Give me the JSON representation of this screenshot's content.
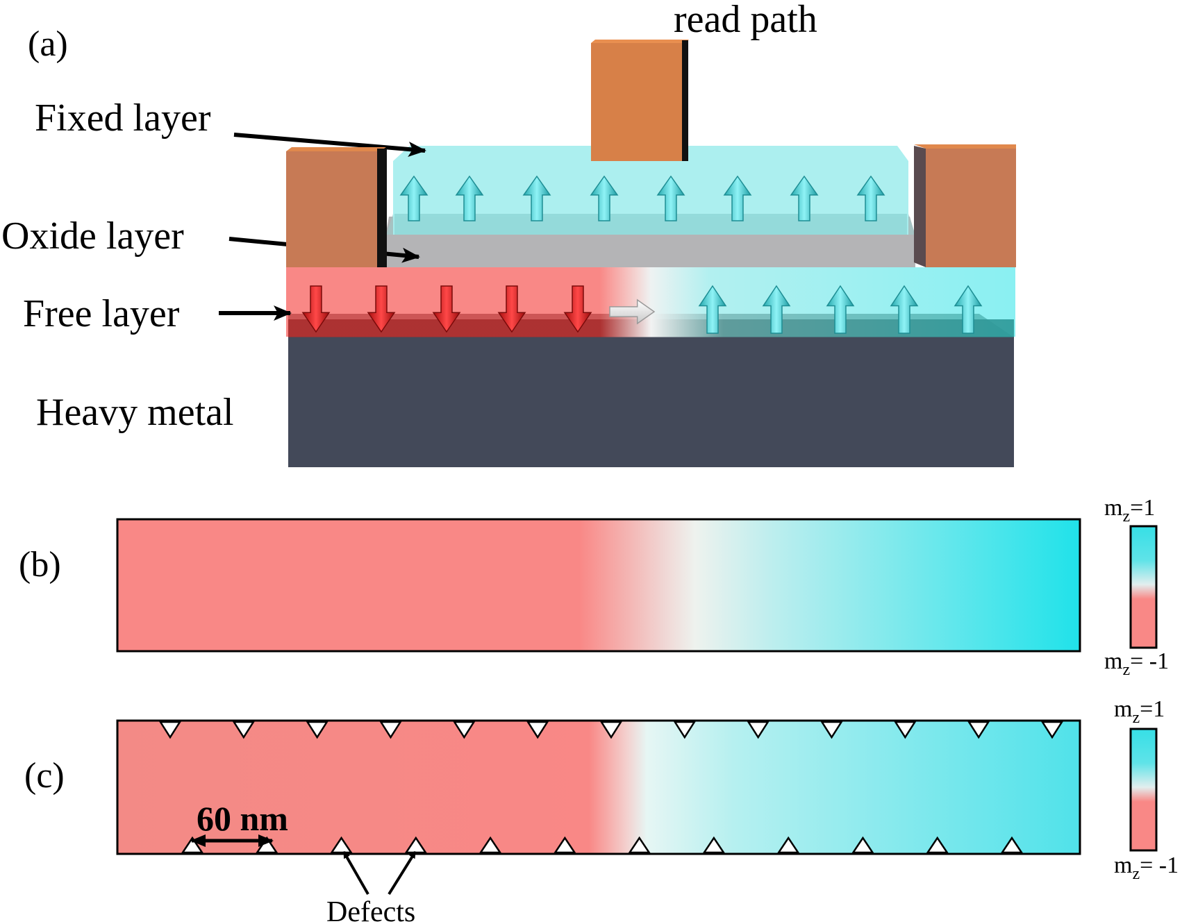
{
  "panels": {
    "a": {
      "label": "(a)",
      "read_path": "read path",
      "fixed_layer": "Fixed layer",
      "oxide_layer": "Oxide layer",
      "free_layer": "Free layer",
      "heavy_metal": "Heavy metal",
      "fixed_arrows": [
        "up",
        "up",
        "up",
        "up",
        "up",
        "up",
        "up",
        "up"
      ],
      "free_arrows": [
        "down",
        "down",
        "down",
        "down",
        "down",
        "right",
        "up",
        "up",
        "up",
        "up",
        "up"
      ]
    },
    "b": {
      "label": "(b)",
      "colorbar_top_prefix": "m",
      "colorbar_top_sub": "z",
      "colorbar_top_suffix": "=1",
      "colorbar_bottom_prefix": "m",
      "colorbar_bottom_sub": "z",
      "colorbar_bottom_suffix": "= -1"
    },
    "c": {
      "label": "(c)",
      "scale_label": "60 nm",
      "defects_label": "Defects",
      "top_defect_count": 13,
      "bottom_defect_count": 12,
      "colorbar_top_prefix": "m",
      "colorbar_top_sub": "z",
      "colorbar_top_suffix": "=1",
      "colorbar_bottom_prefix": "m",
      "colorbar_bottom_sub": "z",
      "colorbar_bottom_suffix": "= -1"
    }
  },
  "colors": {
    "mz_down": "#f98886",
    "mz_up": "#2ee3ea",
    "wall": "#eef0ee",
    "electrode": "#cd7d55",
    "heavy_metal": "#434959",
    "oxide": "#b3b3b5",
    "fixed_layer": "#a6ecec",
    "arrow_up": "#4fd7de",
    "arrow_down": "#e12424"
  }
}
